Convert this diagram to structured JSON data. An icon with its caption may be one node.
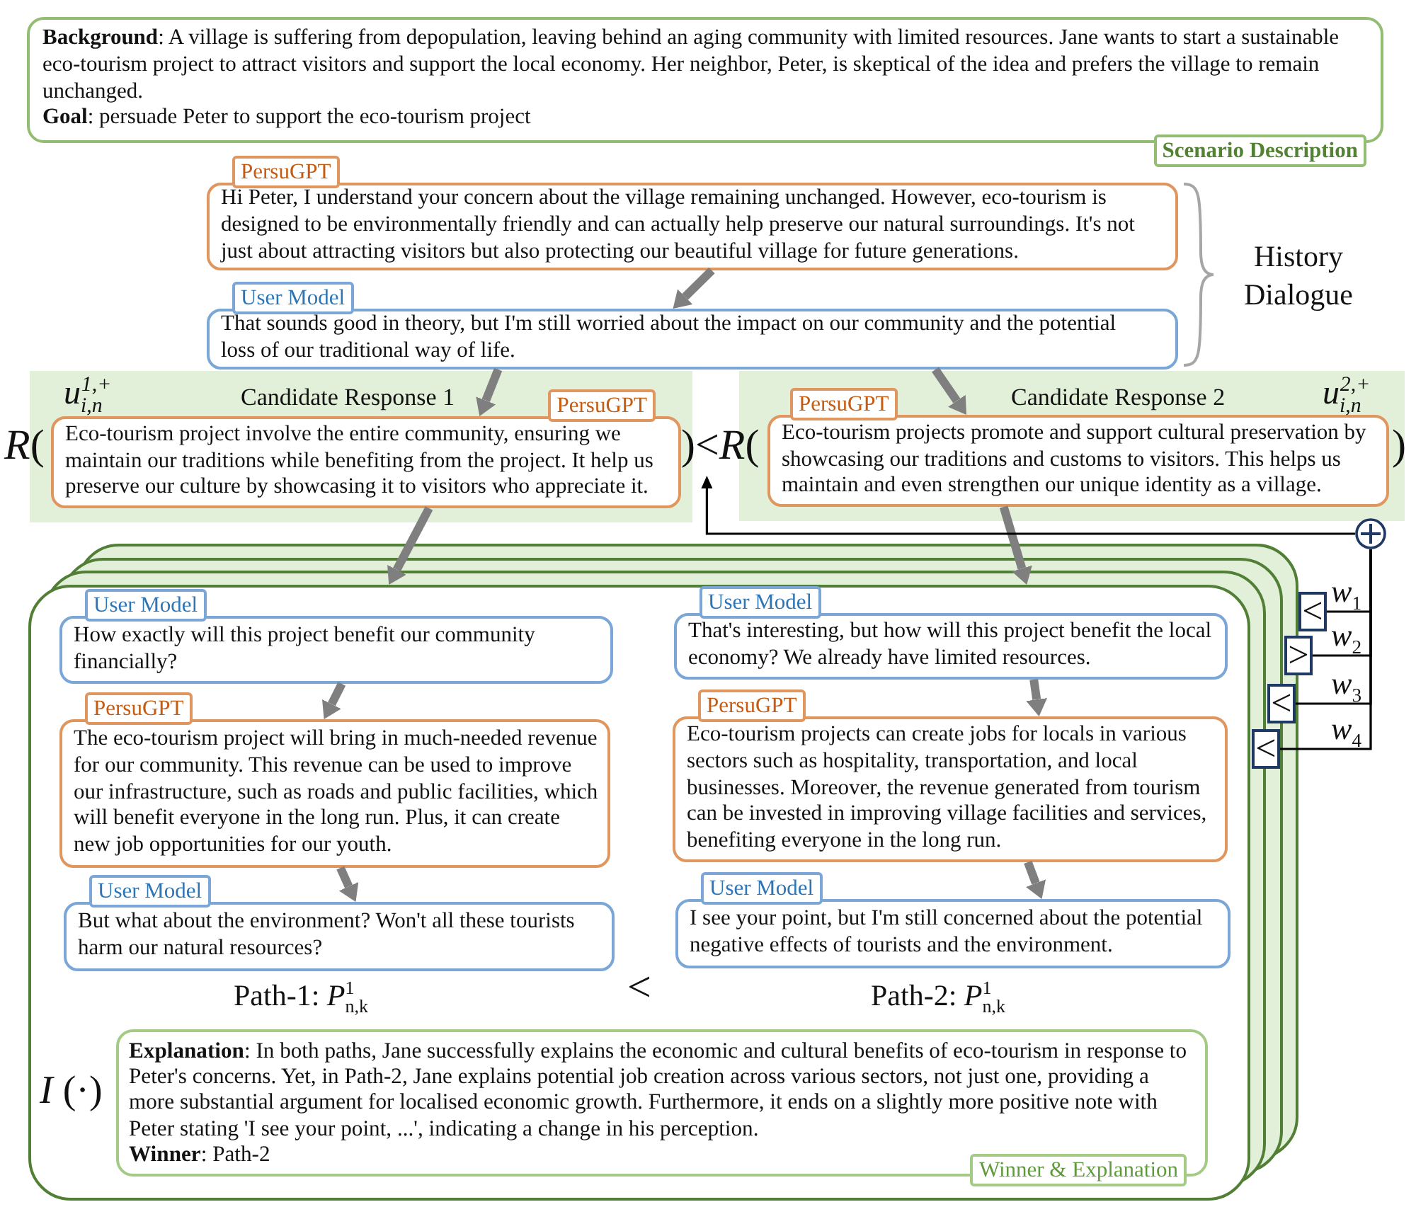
{
  "diagram": {
    "nodes": [
      {
        "text": [
          "**Background**: A village is suffering from depopulation, leaving behind an aging community with limited resources. Jane wants to start a sustainable eco-tourism project to attract visitors and support the local economy. Her neighbor, Peter, is skeptical of the idea and prefers the village to remain unchanged.",
          "**Goal**: persuade Peter to support the eco-tourism project",
          "Scenario Description"
        ]
      },
      {
        "text": [
          "PersuGPT",
          "Hi Peter, I understand your concern about the village remaining unchanged. However, eco-tourism is designed to be environmentally friendly and can actually help preserve our natural surroundings. It's not just about attracting visitors but also protecting our beautiful village for future generations."
        ]
      },
      {
        "text": [
          "User Model",
          "That sounds good in theory, but I'm still worried about the impact on our community and the potential loss of our traditional way of life."
        ]
      },
      {
        "text": [
          "u$_{i,n}$$^{1,+}$",
          "Candidate Response 1"
        ]
      },
      {
        "text": [
          "PersuGPT",
          "Eco-tourism project involve the entire community, ensuring we maintain our traditions while benefiting from the project. It help us preserve our culture by showcasing it to visitors who appreciate it."
        ],
        "in": 3
      },
      {
        "text": [
          ")<*R*("
        ]
      },
      {
        "text": [
          "Candidate Response 2",
          "u$_{i,n}$$^{2,+}$"
        ]
      },
      {
        "text": [
          "PersuGPT",
          "Eco-tourism projects promote and support cultural preservation by showcasing our traditions and customs to visitors. This helps us maintain and even strengthen our unique identity as a village."
        ],
        "in": 6
      },
      {
        "text": [],
        "shape": "circle"
      },
      {
        "text": [
          "Path-1: *P*$^{1}$$_{n,k}$",
          "<",
          "Path-2: *P*$^{1}$$_{n,k}$"
        ]
      },
      {
        "text": [
          "User Model",
          "How exactly will this project benefit our community financially?"
        ],
        "in": 9
      },
      {
        "text": [
          "PersuGPT",
          "The eco-tourism project will bring in much-needed revenue for our community. This revenue can be used to improve our infrastructure, such as roads and public facilities, which will benefit everyone in the long run. Plus, it can create new job opportunities for our youth."
        ],
        "in": 9
      },
      {
        "text": [
          "User Model",
          "But what about the environment? Won't all these tourists harm our natural resources?"
        ],
        "in": 9
      },
      {
        "text": [
          "User Model",
          "That's interesting, but how will this project benefit the local economy? We already have limited resources."
        ],
        "in": 9
      },
      {
        "text": [
          "PersuGPT",
          "Eco-tourism projects can create jobs for locals in various sectors such as hospitality, transportation, and local businesses. Moreover, the revenue generated from tourism can be invested in improving village facilities and services, benefiting everyone in the long run."
        ],
        "in": 9
      },
      {
        "text": [
          "User Model",
          "I see your point, but I'm still concerned about the potential negative effects of tourists and the environment."
        ],
        "in": 9
      },
      {
        "text": [
          "**Explanation**: In both paths, Jane successfully explains the economic and cultural benefits of eco-tourism in response to Peter's concerns. Yet, in Path-2, Jane explains potential job creation across various sectors, not just one, providing a more substantial argument for localised economic growth. Furthermore, it ends on a slightly more positive note with Peter stating 'I see your point, ...', indicating a change in his perception.",
          "**Winner**: Path-2",
          "Winner & Explanation"
        ],
        "beside": [
          "*I* (·)"
        ],
        "in": 9
      },
      {
        "text": [
          "<"
        ]
      },
      {
        "text": [
          ">"
        ]
      },
      {
        "text": [
          "<"
        ]
      },
      {
        "text": [
          "<"
        ]
      }
    ],
    "edges": [
      {
        "from": 1,
        "to": 2,
        "arrow": "to"
      },
      {
        "from": 2,
        "to": 4,
        "arrow": "to"
      },
      {
        "from": 2,
        "to": 7,
        "arrow": "to"
      },
      {
        "from": 4,
        "to": 9,
        "arrow": "to"
      },
      {
        "from": 7,
        "to": 9,
        "arrow": "to"
      },
      {
        "from": 10,
        "to": 11,
        "arrow": "to"
      },
      {
        "from": 11,
        "to": 12,
        "arrow": "to"
      },
      {
        "from": 13,
        "to": 14,
        "arrow": "to"
      },
      {
        "from": 14,
        "to": 15,
        "arrow": "to"
      },
      {
        "from": 17,
        "to": 8,
        "arrow": "none",
        "label": "*w*$_{1}$",
        "color": "#000000"
      },
      {
        "from": 18,
        "to": 8,
        "arrow": "none",
        "label": "*w*$_{2}$",
        "color": "#000000"
      },
      {
        "from": 19,
        "to": 8,
        "arrow": "none",
        "label": "*w*$_{3}$",
        "color": "#000000"
      },
      {
        "from": 20,
        "to": 8,
        "arrow": "none",
        "label": "*w*$_{4}$",
        "color": "#000000"
      },
      {
        "from": 8,
        "to": 5,
        "arrow": "to",
        "color": "#000000"
      }
    ],
    "labels": [
      "History Dialogue",
      "*R*(",
      ")"
    ]
  }
}
